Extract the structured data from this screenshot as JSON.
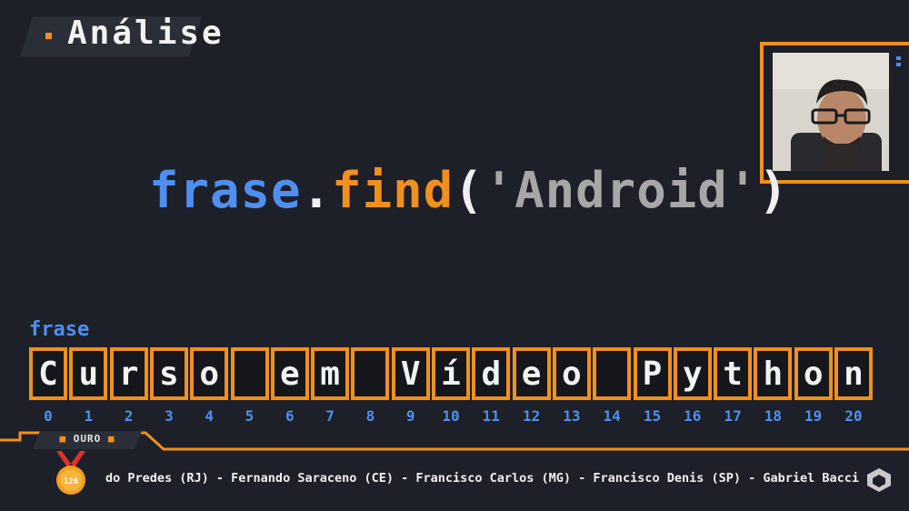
{
  "header": {
    "title": "Análise"
  },
  "code": {
    "var": "frase",
    "dot": ".",
    "method": "find",
    "open": "(",
    "arg": "'Android'",
    "close": ")"
  },
  "string_panel": {
    "var_label": "frase",
    "chars": [
      "C",
      "u",
      "r",
      "s",
      "o",
      " ",
      "e",
      "m",
      " ",
      "V",
      "í",
      "d",
      "e",
      "o",
      " ",
      "P",
      "y",
      "t",
      "h",
      "o",
      "n"
    ],
    "indices": [
      "0",
      "1",
      "2",
      "3",
      "4",
      "5",
      "6",
      "7",
      "8",
      "9",
      "10",
      "11",
      "12",
      "13",
      "14",
      "15",
      "16",
      "17",
      "18",
      "19",
      "20"
    ]
  },
  "footer": {
    "tier": "OURO",
    "medal_number": "120",
    "ticker": "do Predes (RJ) - Fernando Saraceno (CE) - Francisco Carlos (MG) - Francisco Denis (SP) - Gabriel Bacci"
  },
  "colors": {
    "accent_orange": "#f0901e",
    "accent_blue": "#4f8ff0",
    "background": "#1d2028",
    "string_gray": "#a7a7a7"
  },
  "icons": [
    "medal-icon",
    "logo-mark-icon"
  ]
}
